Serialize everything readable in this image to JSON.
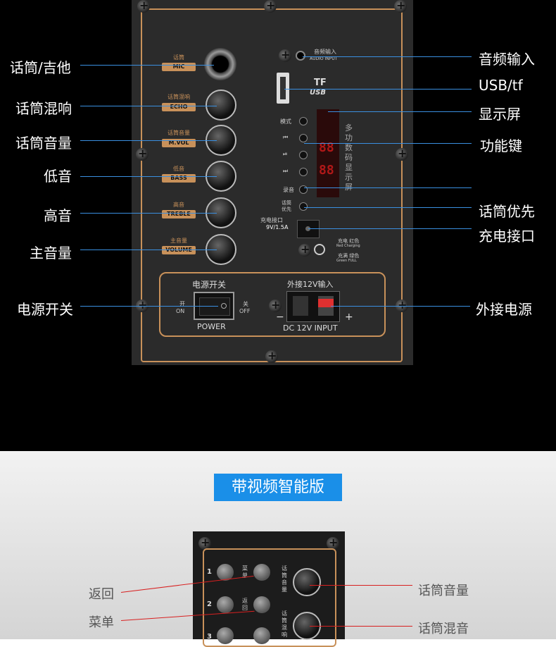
{
  "top": {
    "callouts_left": {
      "mic_guitar": "话筒/吉他",
      "echo": "话筒混响",
      "mic_volume": "话筒音量",
      "bass": "低音",
      "treble": "高音",
      "master_volume": "主音量",
      "power_switch": "电源开关"
    },
    "callouts_right": {
      "audio_input": "音频输入",
      "usb_tf": "USB/tf",
      "display": "显示屏",
      "function_keys": "功能键",
      "mic_priority": "话筒优先",
      "charge_port": "充电接口",
      "external_power": "外接电源"
    },
    "panel": {
      "knobs": [
        {
          "cap": "话筒",
          "label": "MIC"
        },
        {
          "cap": "话筒混响",
          "label": "ECHO"
        },
        {
          "cap": "话筒音量",
          "label": "M.VOL"
        },
        {
          "cap": "低音",
          "label": "BASS"
        },
        {
          "cap": "高音",
          "label": "TREBLE"
        },
        {
          "cap": "主音量",
          "label": "VOLUME"
        }
      ],
      "audio_input_cn": "音频输入",
      "audio_input_en": "AUDIO INPUT",
      "tf_label": "TF",
      "usb_label": "USB",
      "buttons": [
        "模式",
        "⏮",
        "⏯",
        "⏭",
        "录音",
        "话筒优先"
      ],
      "display_digits": [
        "88",
        "88"
      ],
      "display_vertical": "多功数码显示屏",
      "charge_cn": "充电接口",
      "charge_spec": "9V/1.5A",
      "charge_led_1": "充电 红色",
      "charge_led_1_en": "Red Charging",
      "charge_led_2": "充满 绿色",
      "charge_led_2_en": "Green FULL",
      "power_title": "电源开关",
      "on_cn": "开",
      "on_en": "ON",
      "off_cn": "关",
      "off_en": "OFF",
      "power_en": "POWER",
      "ext_title": "外接12V输入",
      "dc_label": "DC 12V INPUT",
      "minus": "−",
      "plus": "+"
    }
  },
  "bottom": {
    "banner": "带视频智能版",
    "callouts_left": [
      "返回",
      "菜单"
    ],
    "callouts_right": [
      "话筒音量",
      "话筒混音"
    ],
    "panel_numbers": [
      "1",
      "2",
      "3"
    ],
    "panel_text": [
      "菜单",
      "返回",
      "话筒音量",
      "话筒混响"
    ]
  },
  "colors": {
    "accent_blue": "#3a8fe0",
    "panel_gold": "#c8915a",
    "banner_blue": "#1a8fe8",
    "callout_red": "#d82020"
  }
}
